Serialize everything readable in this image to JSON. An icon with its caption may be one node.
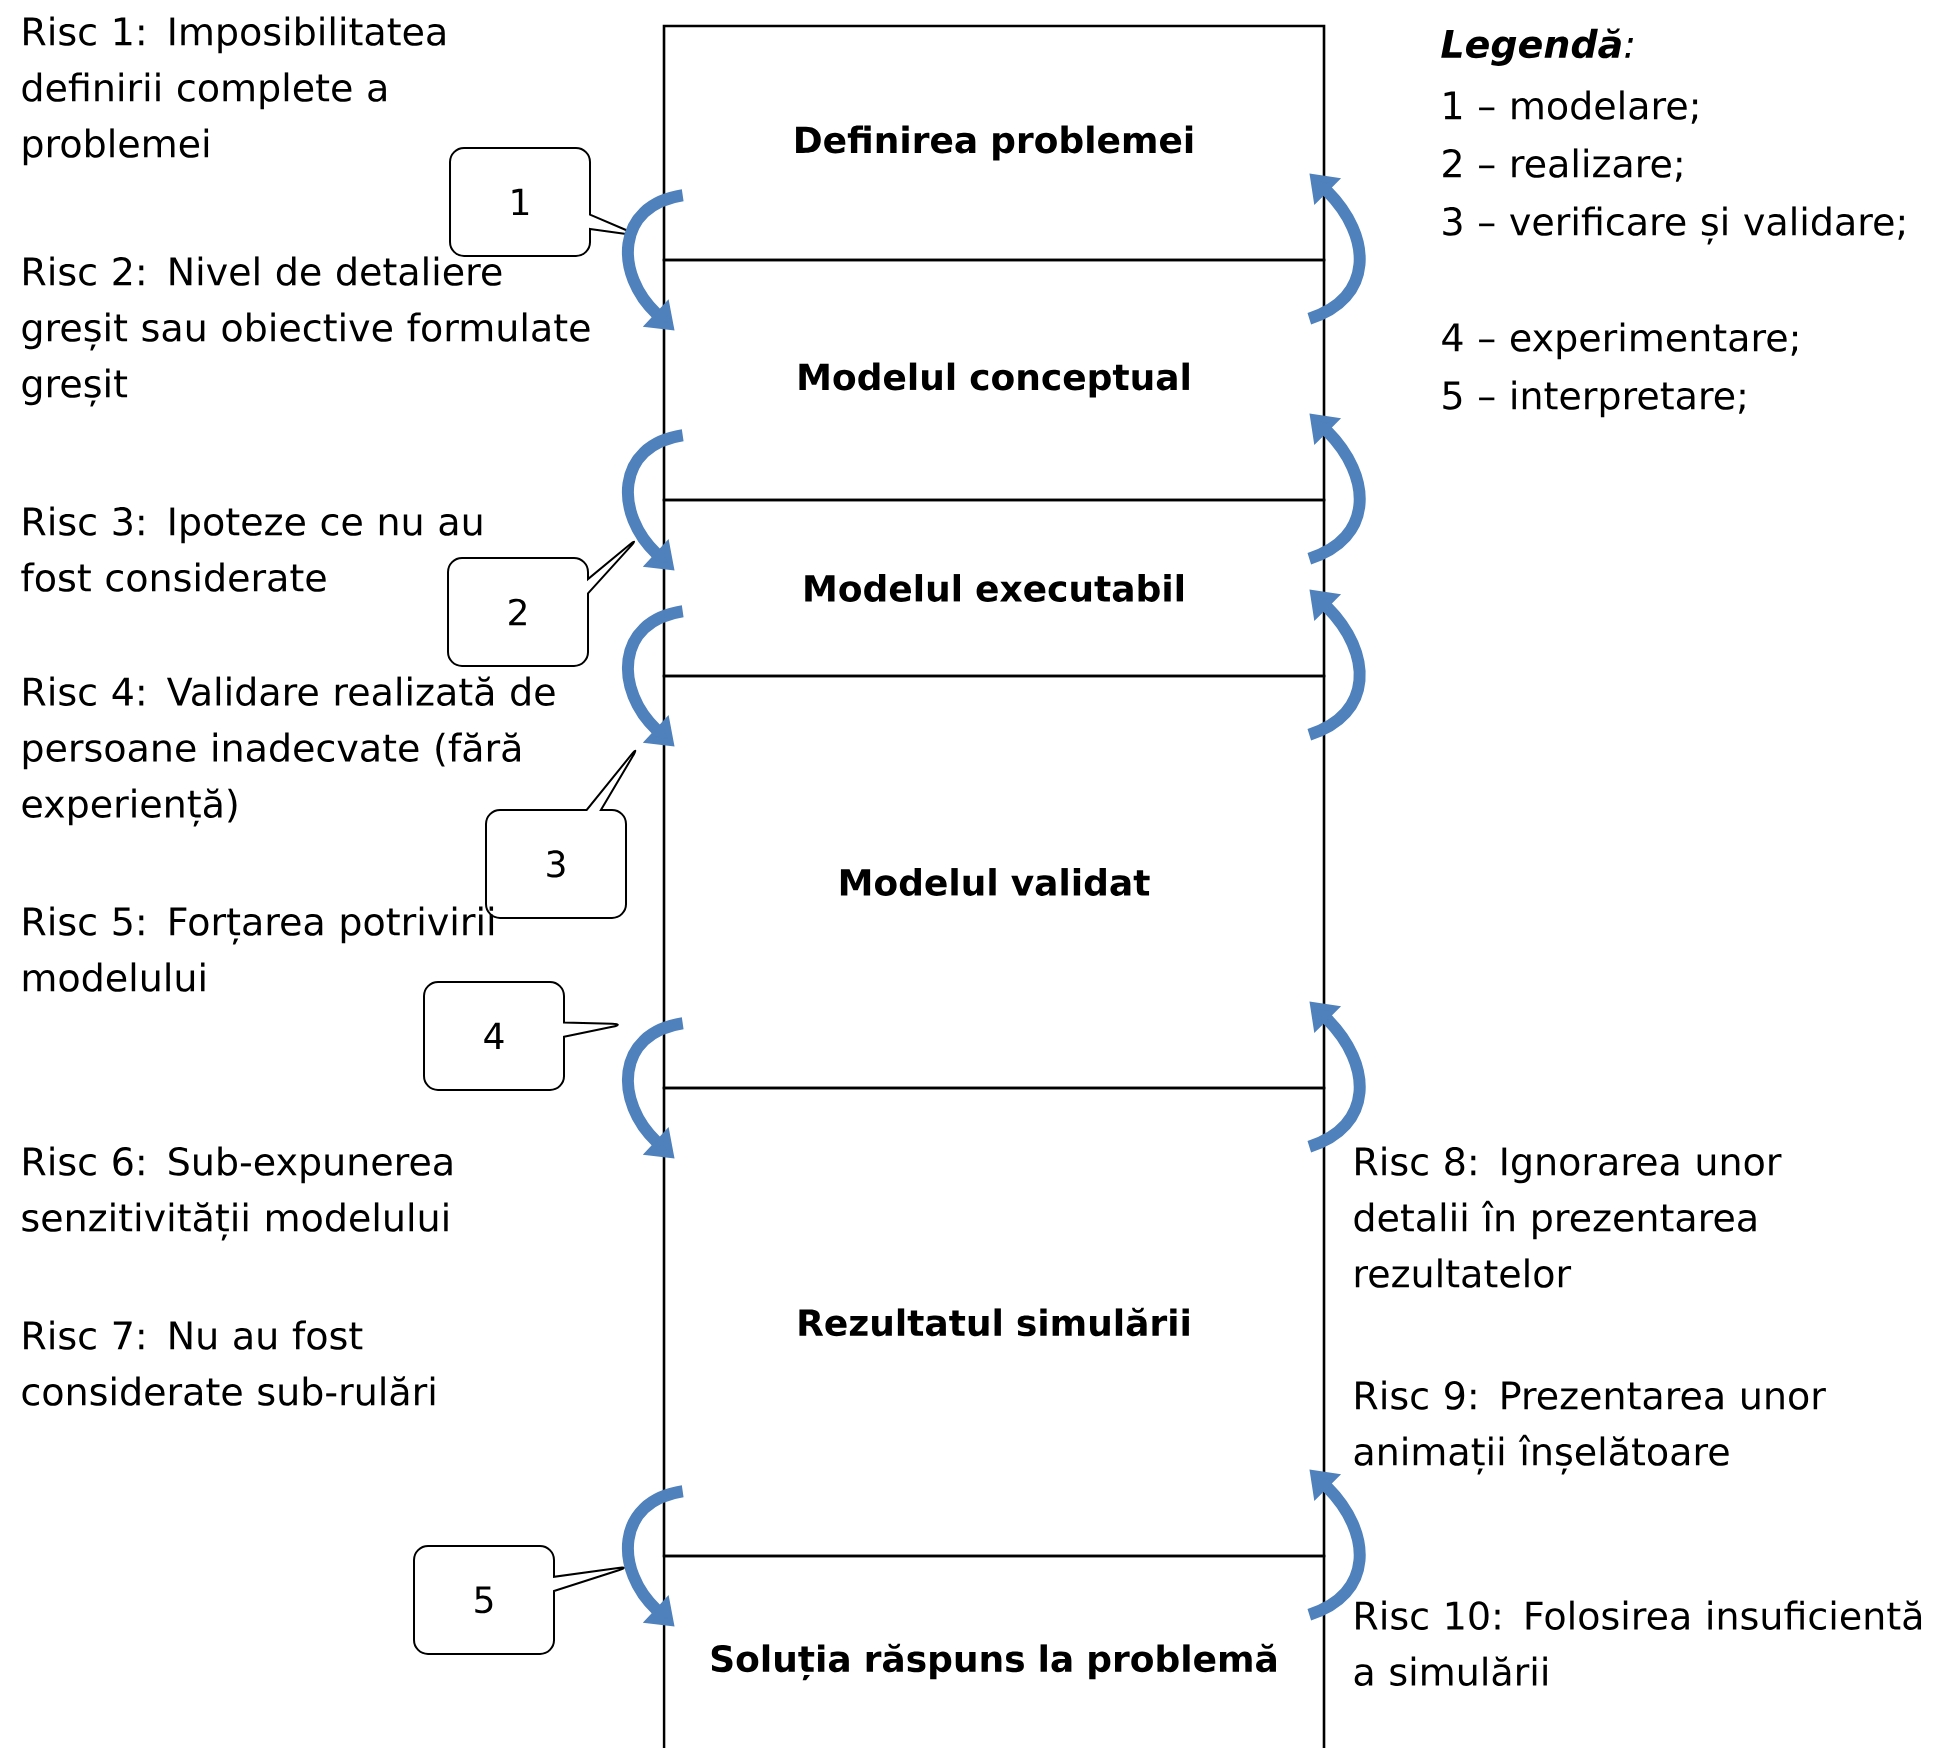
{
  "diagram": {
    "nodes": [
      {
        "text": [
          "Definirea problemei"
        ]
      },
      {
        "text": [
          "Modelul conceptual"
        ]
      },
      {
        "text": [
          "Modelul executabil"
        ]
      },
      {
        "text": [
          "Modelul validat"
        ]
      },
      {
        "text": [
          "Rezultatul simulării"
        ]
      },
      {
        "text": [
          "Soluția răspuns la problemă"
        ]
      },
      {
        "text": [
          "1"
        ]
      },
      {
        "text": [
          "2"
        ]
      },
      {
        "text": [
          "3"
        ]
      },
      {
        "text": [
          "4"
        ]
      },
      {
        "text": [
          "5"
        ]
      }
    ],
    "edges": [
      {
        "from": 0,
        "to": 1,
        "arrow": "to"
      },
      {
        "from": 1,
        "to": 0,
        "arrow": "to"
      },
      {
        "from": 1,
        "to": 2,
        "arrow": "to"
      },
      {
        "from": 2,
        "to": 1,
        "arrow": "to"
      },
      {
        "from": 2,
        "to": 3,
        "arrow": "to"
      },
      {
        "from": 3,
        "to": 2,
        "arrow": "to"
      },
      {
        "from": 3,
        "to": 4,
        "arrow": "to"
      },
      {
        "from": 4,
        "to": 3,
        "arrow": "to"
      },
      {
        "from": 4,
        "to": 5,
        "arrow": "to"
      },
      {
        "from": 5,
        "to": 4,
        "arrow": "to"
      }
    ],
    "labels": [
      "Risc 1: Imposibilitatea definirii complete a problemei",
      "Risc 2: Nivel de detaliere greșit sau obiective formulate greșit",
      "Risc 3: Ipoteze ce nu au fost considerate",
      "Risc 4: Validare realizată de persoane inadecvate (fără experiență)",
      "Risc 5: Forțarea potrivirii modelului",
      "Risc 6: Sub-expunerea senzitivității modelului",
      "Risc 7: Nu au fost considerate sub-rulări",
      "Risc 8: Ignorarea unor detalii în prezentarea rezultatelor",
      "Risc 9: Prezentarea unor animații înșelătoare",
      "Risc 10: Folosirea insuficientă a simulării",
      "**Legendă**:",
      "1 – modelare;",
      "2 – realizare;",
      "3 – verificare și validare;",
      "4 – experimentare;",
      "5 – interpretare;"
    ]
  }
}
